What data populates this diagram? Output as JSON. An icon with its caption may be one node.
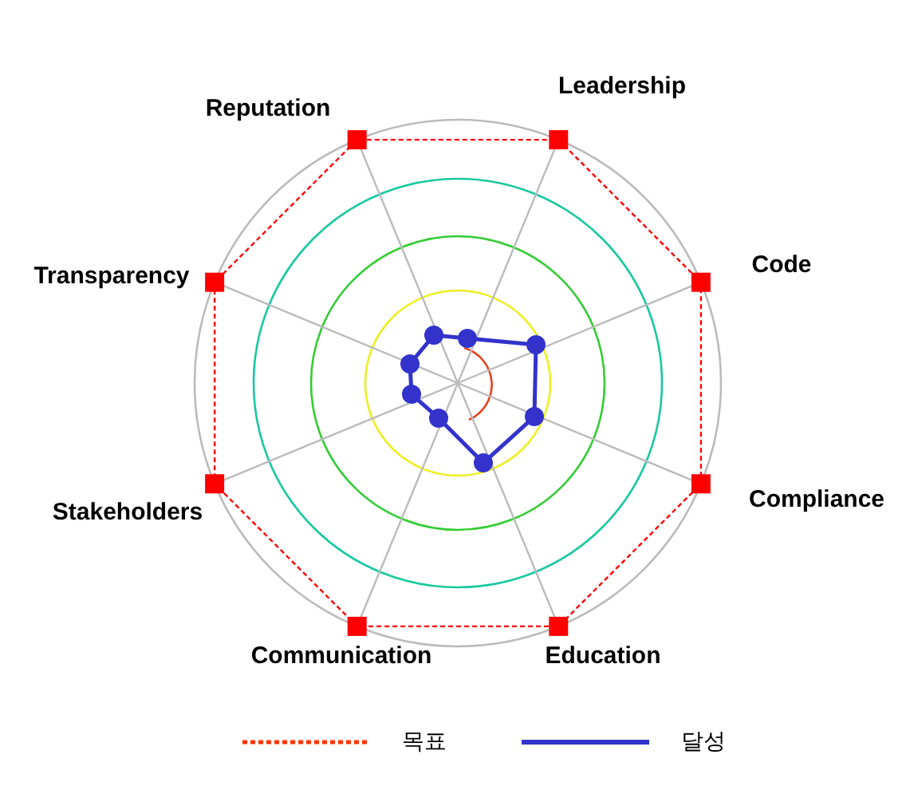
{
  "diagram": {
    "labels": [
      "Leadership",
      "Reputation",
      "Code",
      "Transparency",
      "Compliance",
      "Stakeholders",
      "Communication",
      "Education"
    ],
    "legend": [
      {
        "text": "목표"
      },
      {
        "text": "달성"
      }
    ]
  }
}
